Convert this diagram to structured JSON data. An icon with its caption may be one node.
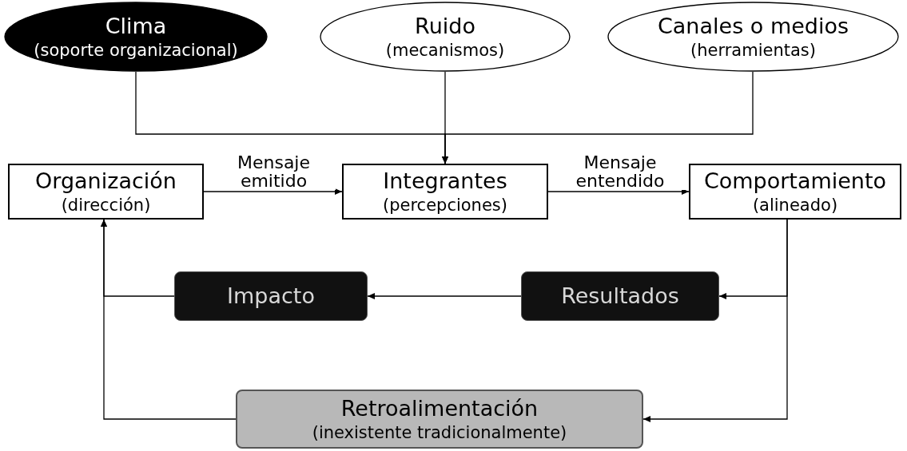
{
  "diagram": {
    "nodes": [
      {
        "text": [
          "Clima",
          "(soporte organizacional)"
        ]
      },
      {
        "text": [
          "Ruido",
          "(mecanismos)"
        ]
      },
      {
        "text": [
          "Canales o medios",
          "(herramientas)"
        ]
      },
      {
        "text": [
          "Organización",
          "(dirección)"
        ]
      },
      {
        "text": [
          "Integrantes",
          "(percepciones)"
        ]
      },
      {
        "text": [
          "Comportamiento",
          "(alineado)"
        ]
      },
      {
        "text": [
          "Impacto"
        ]
      },
      {
        "text": [
          "Resultados"
        ]
      },
      {
        "text": [
          "Retroalimentación",
          "(inexistente tradicionalmente)"
        ]
      }
    ],
    "edges": [
      {
        "from": 0,
        "to": 4,
        "arrow": "to"
      },
      {
        "from": 1,
        "to": 4,
        "arrow": "to"
      },
      {
        "from": 2,
        "to": 4,
        "arrow": "to"
      },
      {
        "from": 3,
        "to": 4,
        "arrow": "to",
        "label": "Mensaje emitido"
      },
      {
        "from": 4,
        "to": 5,
        "arrow": "to",
        "label": "Mensaje entendido"
      },
      {
        "from": 5,
        "to": 7,
        "arrow": "to"
      },
      {
        "from": 7,
        "to": 6,
        "arrow": "to"
      },
      {
        "from": 6,
        "to": 3,
        "arrow": "to"
      },
      {
        "from": 5,
        "to": 8,
        "arrow": "to"
      },
      {
        "from": 8,
        "to": 3,
        "arrow": "to"
      }
    ]
  }
}
